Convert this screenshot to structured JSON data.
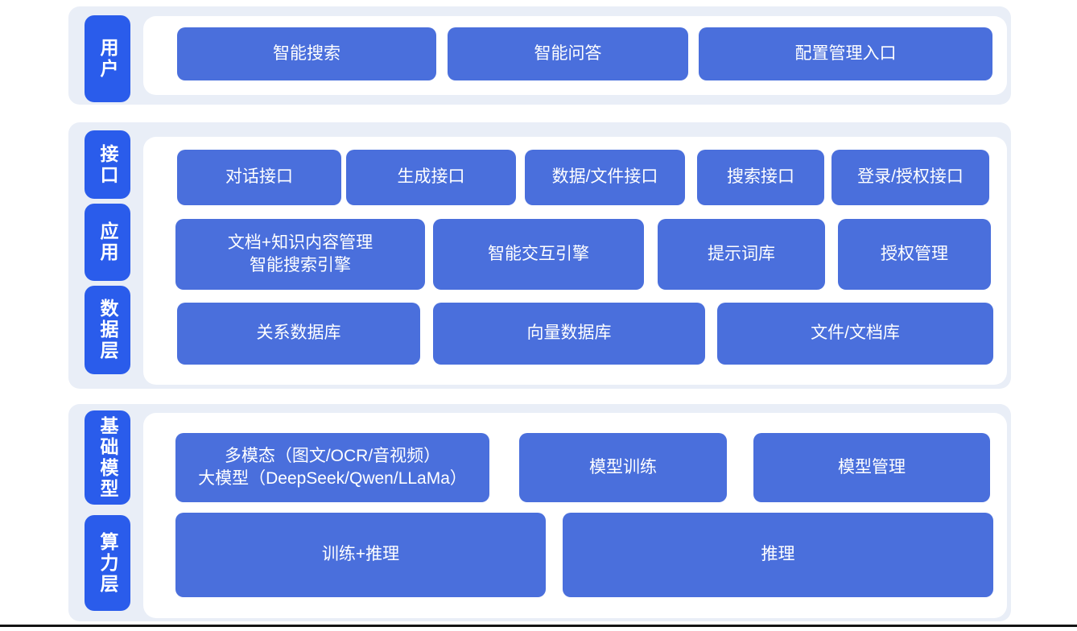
{
  "colors": {
    "canvas_bg": "#e9eef7",
    "label_bg": "#2a5ceb",
    "button_bg": "#4a6fdc",
    "button_text": "#ffffff",
    "bottom_bar": "#141414"
  },
  "sections": [
    {
      "name": "user-layer",
      "side_labels": [
        {
          "text": "用户"
        }
      ],
      "rows": [
        {
          "buttons": [
            {
              "label": "智能搜索"
            },
            {
              "label": "智能问答"
            },
            {
              "label": "配置管理入口"
            }
          ]
        }
      ]
    },
    {
      "name": "interface-app-data-layer",
      "side_labels": [
        {
          "text": "接口"
        },
        {
          "text": "应用"
        },
        {
          "text": "数据层"
        }
      ],
      "rows": [
        {
          "buttons": [
            {
              "label": "对话接口"
            },
            {
              "label": "生成接口"
            },
            {
              "label": "数据/文件接口"
            },
            {
              "label": "搜索接口"
            },
            {
              "label": "登录/授权接口"
            }
          ]
        },
        {
          "buttons": [
            {
              "label": "文档+知识内容管理\n智能搜索引擎"
            },
            {
              "label": "智能交互引擎"
            },
            {
              "label": "提示词库"
            },
            {
              "label": "授权管理"
            }
          ]
        },
        {
          "buttons": [
            {
              "label": "关系数据库"
            },
            {
              "label": "向量数据库"
            },
            {
              "label": "文件/文档库"
            }
          ]
        }
      ]
    },
    {
      "name": "foundation-model-compute-layer",
      "side_labels": [
        {
          "text": "基础模型"
        },
        {
          "text": "算力层"
        }
      ],
      "rows": [
        {
          "buttons": [
            {
              "label": "多模态（图文/OCR/音视频）\n大模型（DeepSeek/Qwen/LLaMa）"
            },
            {
              "label": "模型训练"
            },
            {
              "label": "模型管理"
            }
          ]
        },
        {
          "buttons": [
            {
              "label": "训练+推理"
            },
            {
              "label": "推理"
            }
          ]
        }
      ]
    }
  ]
}
